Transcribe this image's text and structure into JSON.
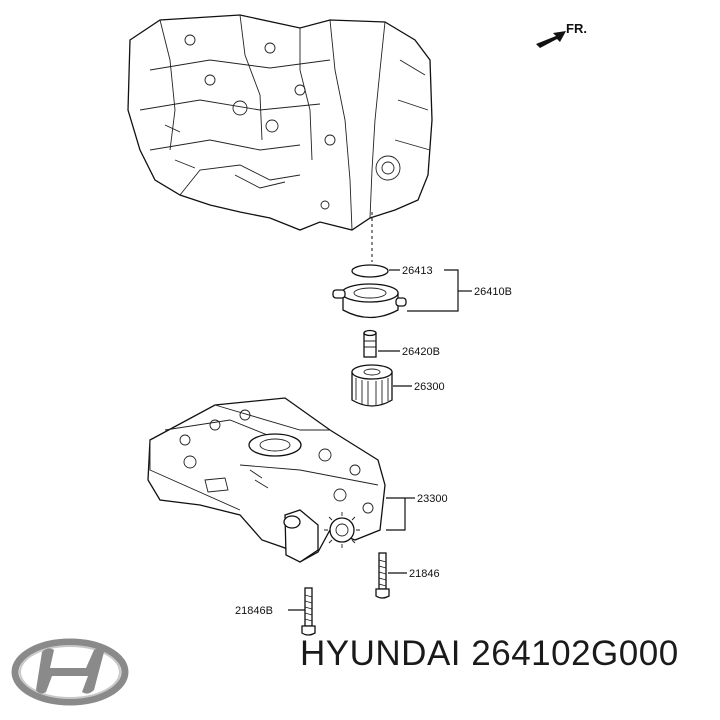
{
  "diagram": {
    "direction_label": "FR.",
    "callouts": [
      {
        "id": "c1",
        "text": "26413"
      },
      {
        "id": "c2",
        "text": "26410B"
      },
      {
        "id": "c3",
        "text": "26420B"
      },
      {
        "id": "c4",
        "text": "26300"
      },
      {
        "id": "c5",
        "text": "23300"
      },
      {
        "id": "c6",
        "text": "21846"
      },
      {
        "id": "c7",
        "text": "21846B"
      }
    ]
  },
  "footer": {
    "brand": "HYUNDAI",
    "part_number": "264102G000"
  }
}
